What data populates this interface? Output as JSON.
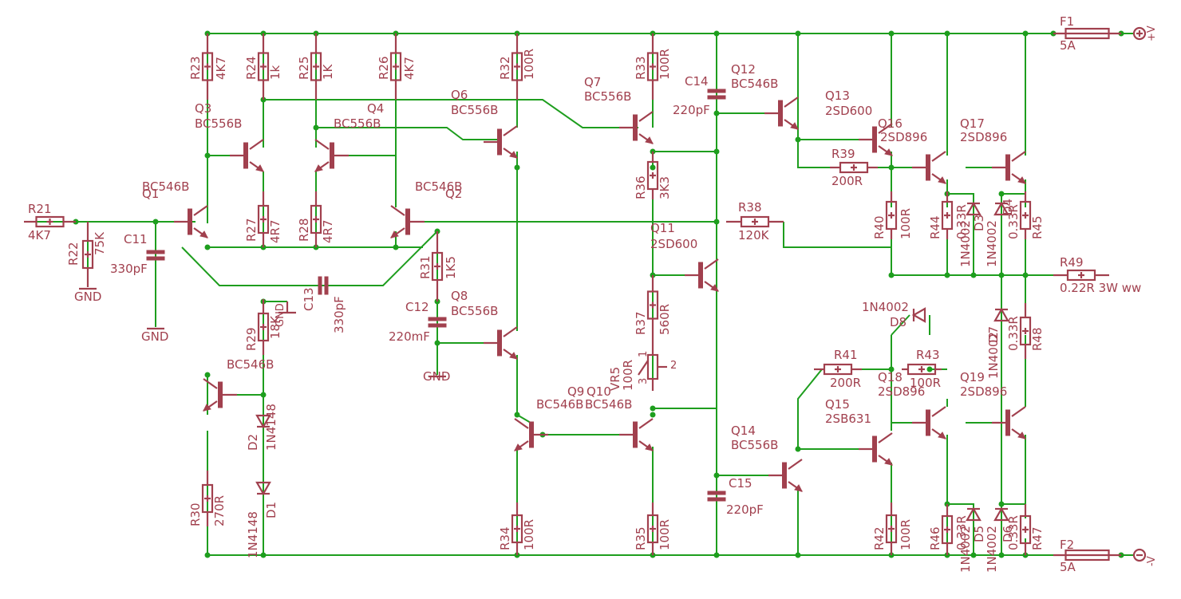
{
  "colors": {
    "wire": "#1e9e1e",
    "part": "#a1404e",
    "background": "#ffffff"
  },
  "parts": {
    "R21": [
      "R21",
      "4K7"
    ],
    "R22": [
      "R22",
      "75K"
    ],
    "R23": [
      "R23",
      "4K7"
    ],
    "R24": [
      "R24",
      "1k"
    ],
    "R25": [
      "R25",
      "1K"
    ],
    "R26": [
      "R26",
      "4K7"
    ],
    "R27": [
      "R27",
      "4R7"
    ],
    "R28": [
      "R28",
      "4R7"
    ],
    "R29": [
      "R29",
      "18K"
    ],
    "R30": [
      "R30",
      "270R"
    ],
    "R31": [
      "R31",
      "1K5"
    ],
    "R32": [
      "R32",
      "100R"
    ],
    "R33": [
      "R33",
      "100R"
    ],
    "R34": [
      "R34",
      "100R"
    ],
    "R35": [
      "R35",
      "100R"
    ],
    "R36": [
      "R36",
      "3K3"
    ],
    "R37": [
      "R37",
      "560R"
    ],
    "R38": [
      "R38",
      "120K"
    ],
    "R39": [
      "R39",
      "200R"
    ],
    "R40": [
      "R40",
      "100R"
    ],
    "R41": [
      "R41",
      "200R"
    ],
    "R42": [
      "R42",
      "100R"
    ],
    "R43": [
      "R43",
      "100R"
    ],
    "R44": [
      "R44",
      "0.33R"
    ],
    "R45": [
      "R45",
      "0.33R"
    ],
    "R46": [
      "R46",
      "0.33R"
    ],
    "R47": [
      "R47",
      "0.33R"
    ],
    "R48": [
      "R48",
      "0.33R"
    ],
    "R49": [
      "R49",
      "0.22R 3W ww"
    ],
    "VR5": [
      "VR5",
      "100R"
    ],
    "C11": [
      "C11",
      "330pF"
    ],
    "C12": [
      "C12",
      "220mF"
    ],
    "C13": [
      "C13",
      "330pF"
    ],
    "C14": [
      "C14",
      "220pF"
    ],
    "C15": [
      "C15",
      "220pF"
    ],
    "Q1": [
      "Q1",
      "BC546B"
    ],
    "Q2": [
      "Q2",
      "BC546B"
    ],
    "Q3": [
      "Q3",
      "BC556B"
    ],
    "Q4": [
      "Q4",
      "BC556B"
    ],
    "Q5": [
      "",
      "BC546B"
    ],
    "Q6": [
      "Q6",
      "BC556B"
    ],
    "Q7": [
      "Q7",
      "BC556B"
    ],
    "Q8": [
      "Q8",
      "BC556B"
    ],
    "Q9": [
      "Q9",
      "BC546B"
    ],
    "Q10": [
      "Q10",
      "BC546B"
    ],
    "Q11": [
      "Q11",
      "2SD600"
    ],
    "Q12": [
      "Q12",
      "BC546B"
    ],
    "Q13": [
      "Q13",
      "2SD600"
    ],
    "Q14": [
      "Q14",
      "BC556B"
    ],
    "Q15": [
      "Q15",
      "2SB631"
    ],
    "Q16": [
      "Q16",
      "2SD896"
    ],
    "Q17": [
      "Q17",
      "2SD896"
    ],
    "Q18": [
      "Q18",
      "2SD896"
    ],
    "Q19": [
      "Q19",
      "2SD896"
    ],
    "D1": [
      "D1",
      "1N4148"
    ],
    "D2": [
      "D2",
      "1N4148"
    ],
    "D3": [
      "D3",
      "1N4002"
    ],
    "D4": [
      "D4",
      "1N4002"
    ],
    "D5": [
      "D5",
      "1N4002"
    ],
    "D6": [
      "D6",
      "1N4002"
    ],
    "D7": [
      "D7",
      "1N4002"
    ],
    "D8": [
      "D8",
      "1N4002"
    ],
    "F1": [
      "F1",
      "5A"
    ],
    "F2": [
      "F2",
      "5A"
    ]
  },
  "supplies": {
    "pos": "+V",
    "neg": "-V",
    "gnd": "GND"
  },
  "vr5_pins": {
    "p1": "1",
    "p2": "2",
    "p3": "3"
  }
}
